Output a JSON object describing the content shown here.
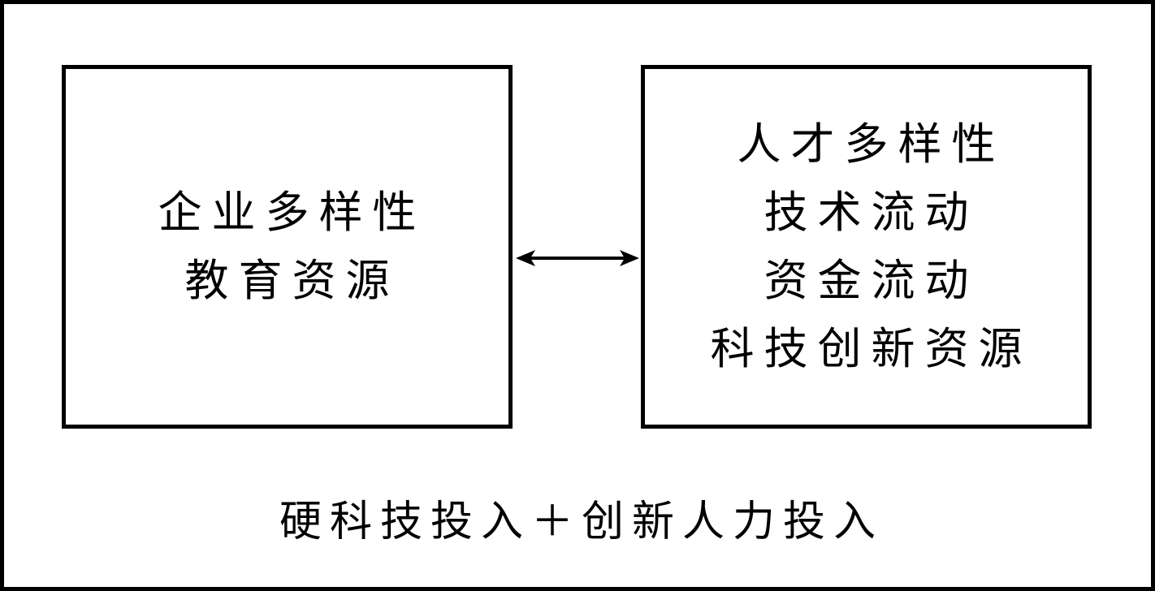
{
  "left_box": {
    "lines": [
      "企业多样性",
      "教育资源"
    ]
  },
  "right_box": {
    "lines": [
      "人才多样性",
      "技术流动",
      "资金流动",
      "科技创新资源"
    ]
  },
  "caption": "硬科技投入＋创新人力投入",
  "colors": {
    "stroke": "#000000",
    "background": "#ffffff"
  }
}
